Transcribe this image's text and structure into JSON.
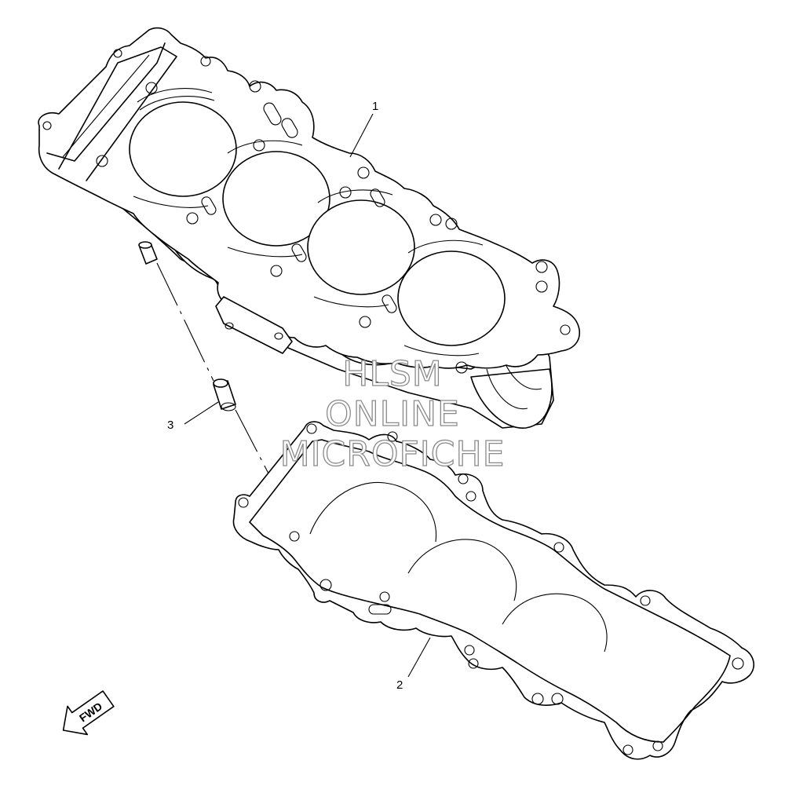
{
  "callouts": [
    {
      "id": "1",
      "label": "1"
    },
    {
      "id": "2",
      "label": "2"
    },
    {
      "id": "3",
      "label": "3"
    }
  ],
  "watermark": {
    "line1": "HLSM",
    "line2": "ONLINE",
    "line3": "MICROFICHE"
  },
  "direction_badge": {
    "label": "FWD"
  }
}
